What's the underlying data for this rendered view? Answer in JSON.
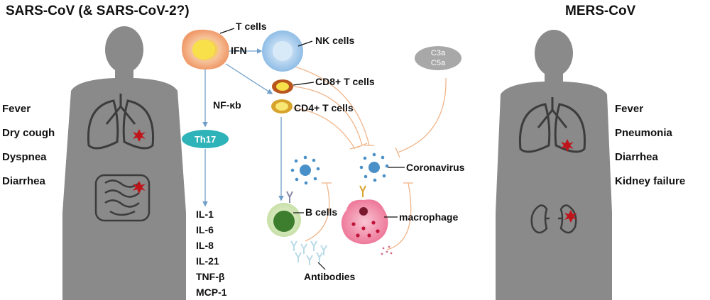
{
  "titles": {
    "left": "SARS-CoV (& SARS-CoV-2?)",
    "right": "MERS-CoV"
  },
  "symptoms_left": [
    "Fever",
    "Dry cough",
    "Dyspnea",
    "Diarrhea"
  ],
  "symptoms_right": [
    "Fever",
    "Pneumonia",
    "Diarrhea",
    "Kidney failure"
  ],
  "cells": {
    "t_cells": "T cells",
    "nk_cells": "NK cells",
    "cd8": "CD8+ T cells",
    "cd4": "CD4+ T cells",
    "b_cells": "B cells",
    "macrophage": "macrophage",
    "coronavirus": "Coronavirus",
    "antibodies": "Antibodies",
    "th17": "Th17"
  },
  "signals": {
    "ifn": "IFN",
    "nfkb": "NF-κb",
    "c3a": "C3a",
    "c5a": "C5a"
  },
  "cytokines": [
    "IL-1",
    "IL-6",
    "IL-8",
    "IL-21",
    "TNF-β",
    "MCP-1"
  ],
  "colors": {
    "body_gray": "#8a8a8a",
    "organ_line": "#3c3c3c",
    "lesion_red": "#c0141b",
    "nk_blue": "#9cc5ea",
    "tcell_orange": "#f3b98a",
    "tcell_yellow": "#f8e04a",
    "th17_teal": "#2db3b8",
    "virus_blue": "#4a90c8",
    "bcell_green": "#3d7d2e",
    "macrophage_pink": "#f07f9e",
    "complement_gray": "#a8a8a8",
    "arrow_blue": "#6f9fc9",
    "inhibit_orange": "#f0b58a"
  }
}
